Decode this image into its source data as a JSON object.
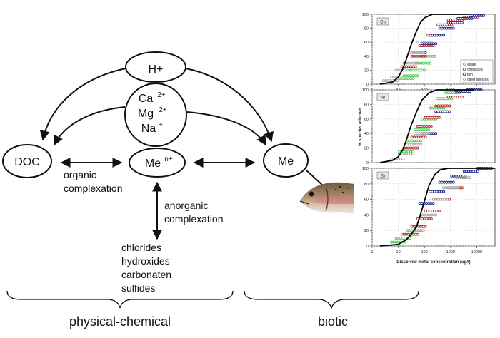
{
  "diagram": {
    "nodes": {
      "h": "H+",
      "ions": {
        "ca": "Ca",
        "ca_sup": "2+",
        "mg": "Mg",
        "mg_sup": "2+",
        "na": "Na",
        "na_sup": "+"
      },
      "doc": "DOC",
      "men": "Me",
      "men_sup": "n+",
      "me": "Me"
    },
    "edge_labels": {
      "organic": [
        "organic",
        "complexation"
      ],
      "anorganic": [
        "anorganic",
        "complexation"
      ]
    },
    "products": [
      "chlorides",
      "hydroxides",
      "carbonaten",
      "sulfides"
    ],
    "groups": {
      "physical_chemical": "physical-chemical",
      "biotic": "biotic"
    }
  },
  "chart_data": [
    {
      "type": "scatter",
      "panel": "Cu",
      "xscale": "log",
      "xlim": [
        1,
        50000
      ],
      "ylim": [
        0,
        100
      ],
      "x_ticks": [
        "1",
        "10",
        "100",
        "1000",
        "10000"
      ],
      "y_ticks": [
        "0",
        "20",
        "40",
        "60",
        "80",
        "100"
      ],
      "grid": true,
      "legend": {
        "position": "bottom-right",
        "entries": [
          "algae",
          "crustacea",
          "fish",
          "other species"
        ]
      },
      "series": [
        {
          "name": "algae",
          "color": "#4fd14f",
          "points": [
            [
              20,
              8
            ],
            [
              30,
              12
            ],
            [
              55,
              20
            ],
            [
              90,
              30
            ],
            [
              140,
              40
            ]
          ]
        },
        {
          "name": "crustacea",
          "color": "#c0262d",
          "points": [
            [
              25,
              25
            ],
            [
              60,
              40
            ],
            [
              120,
              55
            ],
            [
              250,
              70
            ],
            [
              600,
              85
            ],
            [
              1500,
              92
            ],
            [
              6000,
              96
            ]
          ]
        },
        {
          "name": "fish",
          "color": "#1a2a8c",
          "points": [
            [
              60,
              45
            ],
            [
              150,
              58
            ],
            [
              300,
              70
            ],
            [
              700,
              80
            ],
            [
              1500,
              88
            ],
            [
              3500,
              94
            ],
            [
              10000,
              98
            ]
          ]
        },
        {
          "name": "other species",
          "color": "#aaaaaa",
          "points": [
            [
              5,
              5
            ],
            [
              10,
              10
            ],
            [
              15,
              20
            ],
            [
              30,
              30
            ],
            [
              50,
              45
            ],
            [
              100,
              60
            ]
          ]
        }
      ],
      "curve": [
        [
          2,
          0
        ],
        [
          6,
          3
        ],
        [
          10,
          10
        ],
        [
          15,
          22
        ],
        [
          20,
          35
        ],
        [
          30,
          55
        ],
        [
          45,
          72
        ],
        [
          70,
          88
        ],
        [
          100,
          95
        ],
        [
          200,
          100
        ],
        [
          5000,
          100
        ]
      ]
    },
    {
      "type": "scatter",
      "panel": "Ni",
      "xscale": "log",
      "xlim": [
        1,
        50000
      ],
      "ylim": [
        0,
        100
      ],
      "y_ticks": [
        "0",
        "20",
        "40",
        "60",
        "80",
        "100"
      ],
      "grid": true,
      "series": [
        {
          "name": "algae",
          "color": "#4fd14f",
          "points": [
            [
              20,
              15
            ],
            [
              40,
              30
            ],
            [
              80,
              45
            ],
            [
              150,
              60
            ],
            [
              300,
              75
            ],
            [
              600,
              88
            ],
            [
              1200,
              96
            ]
          ]
        },
        {
          "name": "crustacea",
          "color": "#c0262d",
          "points": [
            [
              30,
              20
            ],
            [
              60,
              35
            ],
            [
              100,
              50
            ],
            [
              200,
              62
            ],
            [
              500,
              78
            ],
            [
              1500,
              90
            ]
          ]
        },
        {
          "name": "fish",
          "color": "#1a2a8c",
          "points": [
            [
              150,
              40
            ],
            [
              500,
              70
            ],
            [
              3000,
              98
            ],
            [
              8000,
              100
            ]
          ]
        },
        {
          "name": "other species",
          "color": "#aaaaaa",
          "points": [
            [
              10,
              5
            ],
            [
              20,
              12
            ],
            [
              40,
              25
            ],
            [
              80,
              40
            ]
          ]
        }
      ],
      "curve": [
        [
          2,
          0
        ],
        [
          6,
          3
        ],
        [
          10,
          8
        ],
        [
          15,
          18
        ],
        [
          20,
          30
        ],
        [
          30,
          50
        ],
        [
          50,
          70
        ],
        [
          80,
          86
        ],
        [
          150,
          96
        ],
        [
          300,
          100
        ],
        [
          8000,
          100
        ]
      ]
    },
    {
      "type": "scatter",
      "panel": "Zn",
      "xlabel": "Dissolved metal concentration (ug/l)",
      "xscale": "log",
      "xlim": [
        1,
        50000
      ],
      "ylim": [
        0,
        100
      ],
      "x_ticks": [
        "1",
        "10",
        "100",
        "1000",
        "10000"
      ],
      "y_ticks": [
        "0",
        "20",
        "40",
        "60",
        "80",
        "100"
      ],
      "grid": true,
      "series": [
        {
          "name": "algae",
          "color": "#4fd14f",
          "points": [
            [
              10,
              5
            ],
            [
              15,
              10
            ],
            [
              25,
              15
            ],
            [
              40,
              20
            ]
          ]
        },
        {
          "name": "crustacea",
          "color": "#c0262d",
          "points": [
            [
              30,
              15
            ],
            [
              60,
              25
            ],
            [
              100,
              35
            ],
            [
              200,
              45
            ],
            [
              500,
              60
            ],
            [
              1500,
              75
            ]
          ]
        },
        {
          "name": "fish",
          "color": "#1a2a8c",
          "points": [
            [
              120,
              55
            ],
            [
              300,
              70
            ],
            [
              700,
              82
            ],
            [
              2000,
              90
            ],
            [
              6000,
              96
            ],
            [
              20000,
              100
            ]
          ]
        },
        {
          "name": "other species",
          "color": "#aaaaaa",
          "points": [
            [
              50,
              20
            ],
            [
              150,
              40
            ],
            [
              400,
              60
            ],
            [
              1000,
              75
            ],
            [
              3000,
              88
            ]
          ]
        }
      ],
      "curve": [
        [
          2,
          0
        ],
        [
          10,
          2
        ],
        [
          20,
          8
        ],
        [
          30,
          14
        ],
        [
          50,
          25
        ],
        [
          70,
          40
        ],
        [
          100,
          58
        ],
        [
          150,
          78
        ],
        [
          250,
          92
        ],
        [
          400,
          98
        ],
        [
          800,
          100
        ],
        [
          50000,
          100
        ]
      ]
    }
  ],
  "shared_axis": {
    "ylabel": "% species affected"
  }
}
